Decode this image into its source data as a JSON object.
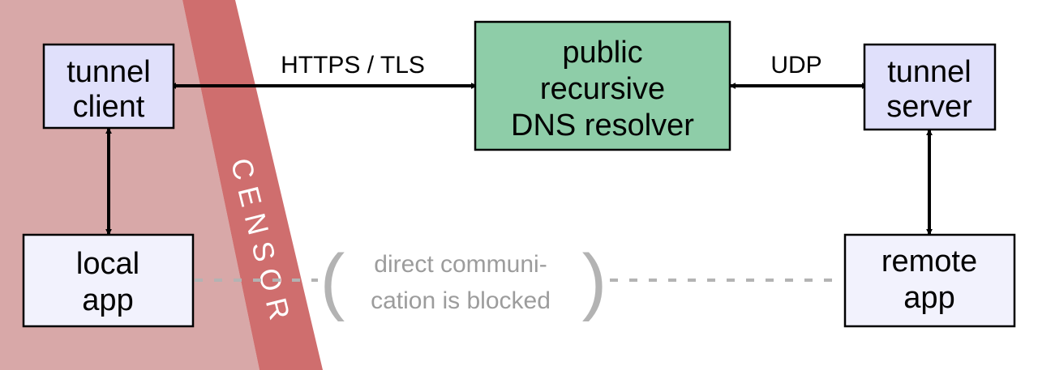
{
  "colors": {
    "censor_region": "#d8a8a8",
    "censor_band": "#cf6e6e",
    "endpoint_box_fill": "#e0e0fb",
    "app_box_fill": "#f2f2fd",
    "resolver_fill": "#8ecda8",
    "note_gray": "#9c9c9c",
    "dashed_gray": "#b3b3b3"
  },
  "censor": {
    "label": "CENSOR"
  },
  "nodes": {
    "tunnel_client": {
      "line1": "tunnel",
      "line2": "client"
    },
    "local_app": {
      "line1": "local",
      "line2": "app"
    },
    "resolver": {
      "line1": "public",
      "line2": "recursive",
      "line3": "DNS resolver"
    },
    "tunnel_server": {
      "line1": "tunnel",
      "line2": "server"
    },
    "remote_app": {
      "line1": "remote",
      "line2": "app"
    }
  },
  "edges": {
    "client_resolver": {
      "label": "HTTPS / TLS"
    },
    "resolver_server": {
      "label": "UDP"
    }
  },
  "blocked_note": {
    "line1": "direct communi-",
    "line2": "cation is blocked",
    "open_paren": "(",
    "close_paren": ")"
  },
  "icons": [
    "double-arrow-icon"
  ]
}
